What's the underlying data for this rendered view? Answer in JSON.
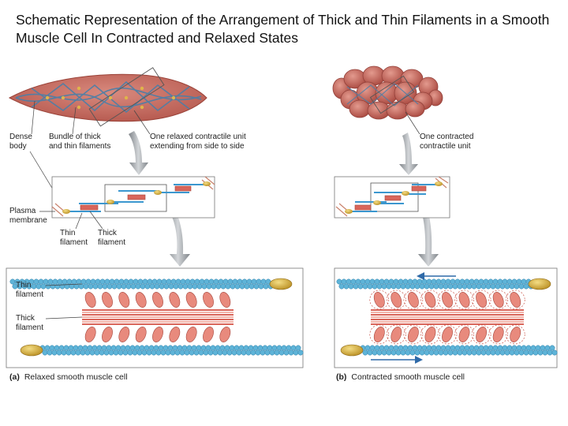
{
  "title": "Schematic Representation of the Arrangement of Thick and Thin Filaments in a Smooth Muscle Cell In Contracted and Relaxed States",
  "labels": {
    "dense_body": "Dense\nbody",
    "bundle": "Bundle of thick\nand thin filaments",
    "relaxed_unit": "One relaxed contractile unit\nextending from side to side",
    "contracted_unit": "One contracted\ncontractile unit",
    "plasma_membrane": "Plasma\nmembrane",
    "thin_filament_small": "Thin\nfilament",
    "thick_filament_small": "Thick\nfilament",
    "thin_filament_large": "Thin\nfilament",
    "thick_filament_large": "Thick\nfilament"
  },
  "captions": {
    "a_letter": "(a)",
    "a_text": "Relaxed smooth muscle cell",
    "b_letter": "(b)",
    "b_text": "Contracted smooth muscle cell"
  },
  "colors": {
    "cell": "#c8665a",
    "cell_dark": "#a24a40",
    "filament_blue": "#3b97cf",
    "thin_bead": "#5fb4d8",
    "thick_red": "#e07a6c",
    "dense_body": "#d9b54a",
    "arrow_gray": "#a9aeb3",
    "arrow_blue": "#2f6aa8"
  }
}
